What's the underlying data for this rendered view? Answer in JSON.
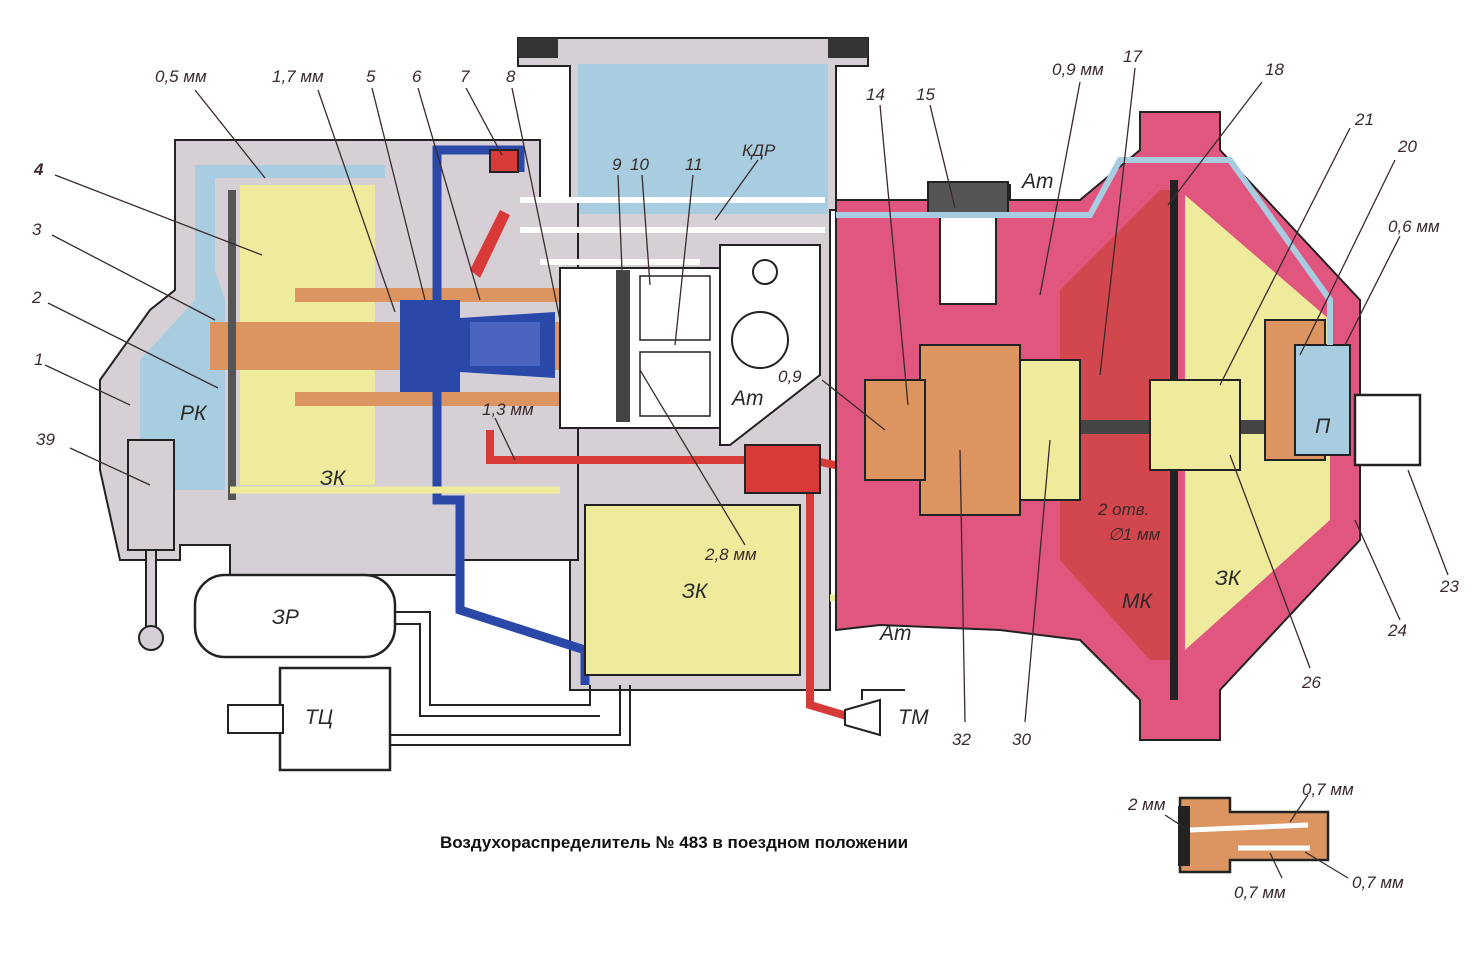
{
  "caption": "Воздухораспределитель № 483 в поездном положении",
  "colors": {
    "body_gray": "#d6d0d6",
    "main_pink": "#e0567e",
    "deep_red": "#d2464e",
    "yellow": "#eeec9c",
    "light_blue": "#a8cde0",
    "orange": "#dc9460",
    "blue": "#2a48a8",
    "red_line": "#d83a3a",
    "white": "#ffffff"
  },
  "zones": {
    "rk": "РК",
    "zk1": "ЗК",
    "zk2": "ЗК",
    "zk3": "ЗК",
    "kdr": "КДР",
    "at1": "Ат",
    "at2": "Ат",
    "at3": "Ат",
    "mk": "МК",
    "p": "П",
    "zr": "ЗР",
    "tc": "ТЦ",
    "tm": "ТМ"
  },
  "labels": {
    "l1": "1",
    "l2": "2",
    "l3": "3",
    "l4": "4",
    "l39": "39",
    "l05": "0,5 мм",
    "l17mm": "1,7 мм",
    "l5": "5",
    "l6": "6",
    "l7": "7",
    "l8": "8",
    "l9": "9",
    "l10": "10",
    "l11": "11",
    "l13mm": "1,3 мм",
    "l28mm": "2,8 мм",
    "l14": "14",
    "l15": "15",
    "l09": "0,9",
    "l09mm": "0,9 мм",
    "l17": "17",
    "l18": "18",
    "l21": "21",
    "l20": "20",
    "l06mm": "0,6 мм",
    "l23": "23",
    "l24": "24",
    "l26": "26",
    "l30": "30",
    "l32": "32",
    "l2otv": "2 отв.",
    "l1mm": "∅1 мм",
    "inset_2mm": "2 мм",
    "inset_07a": "0,7 мм",
    "inset_07b": "0,7 мм",
    "inset_07c": "0,7 мм"
  }
}
